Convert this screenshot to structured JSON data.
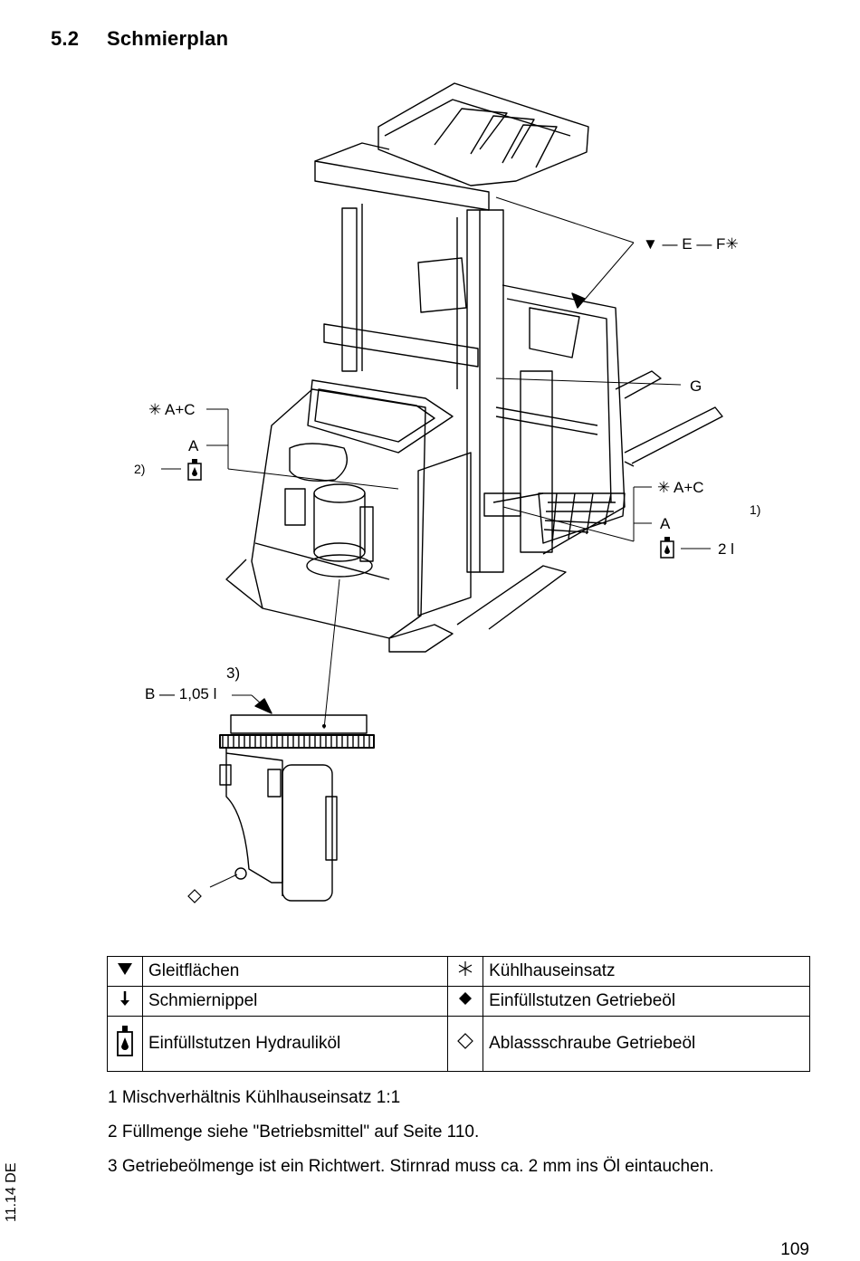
{
  "section": {
    "number": "5.2",
    "title": "Schmierplan"
  },
  "callouts": {
    "top_right_symbols": "▼ — E — F✳",
    "g": "G",
    "left_ac": "✳ A+C",
    "left_a": "A",
    "left_note2": "2)",
    "right_ac": "✳ A+C",
    "right_a": "A",
    "right_note1": "1)",
    "right_amount": "2 l",
    "bottom_note3": "3)",
    "bottom_b": "B — 1,05 l"
  },
  "legend": [
    {
      "left_icon": "triangle-down-icon",
      "left_label": "Gleitflächen",
      "right_icon": "asterisk-icon",
      "right_label": "Kühlhauseinsatz"
    },
    {
      "left_icon": "grease-nipple-icon",
      "left_label": "Schmiernippel",
      "right_icon": "filled-diamond-icon",
      "right_label": "Einfüllstutzen Getriebeöl"
    },
    {
      "left_icon": "hydraulic-oil-filler-icon",
      "left_label": "Einfüllstutzen Hydrauliköl",
      "right_icon": "outline-diamond-icon",
      "right_label": "Ablassschraube Getriebeöl"
    }
  ],
  "notes": [
    "1 Mischverhältnis Kühlhauseinsatz 1:1",
    "2 Füllmenge siehe \"Betriebsmittel\" auf Seite 110.",
    "3 Getriebeölmenge ist ein Richtwert. Stirnrad muss ca. 2 mm ins Öl eintauchen."
  ],
  "footer": {
    "date_code": "11.14 DE",
    "page_number": "109"
  }
}
